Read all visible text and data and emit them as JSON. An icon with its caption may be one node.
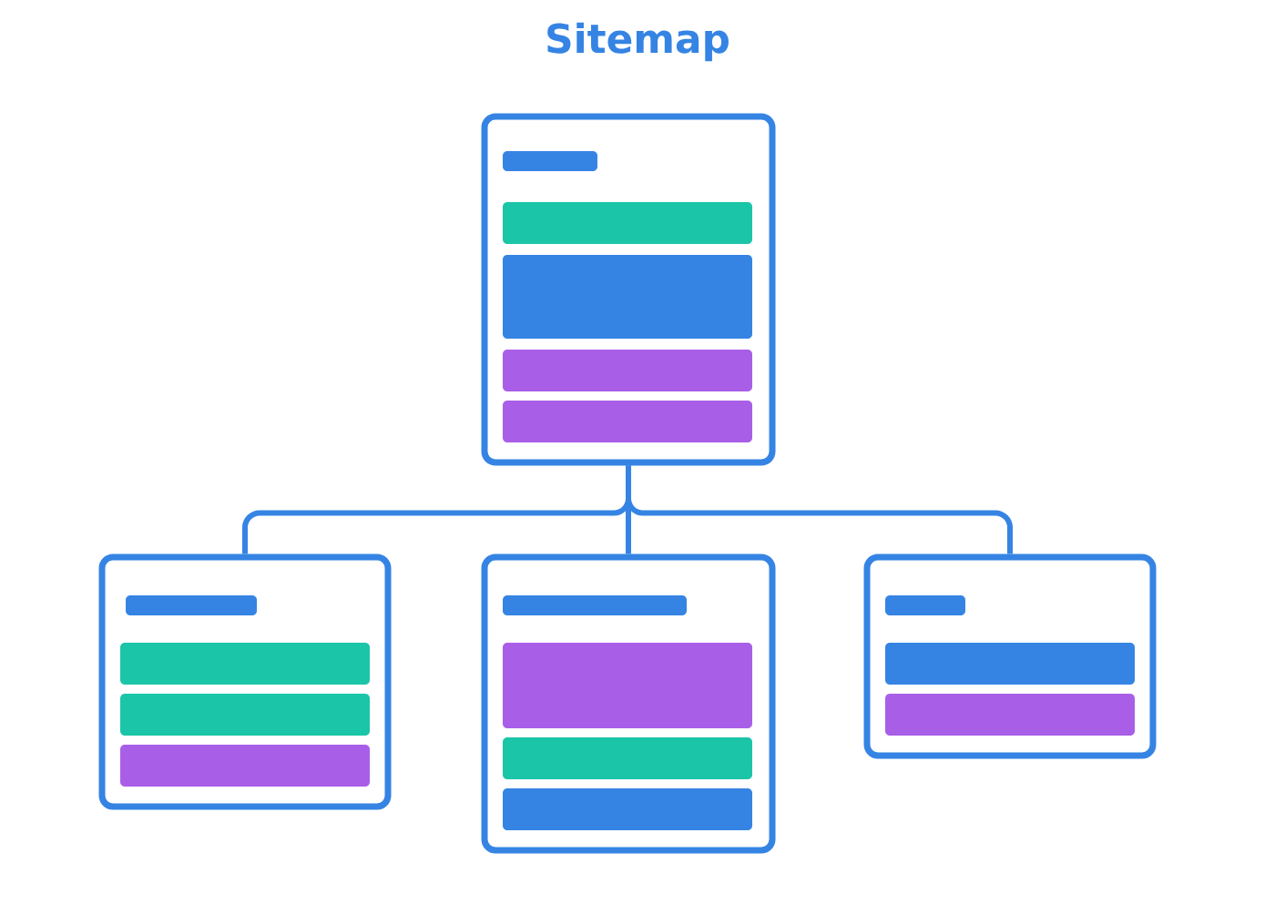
{
  "diagram": {
    "title": "Sitemap",
    "nodes": [
      {
        "text": [],
        "shape": "box"
      },
      {
        "text": [],
        "shape": "box"
      },
      {
        "text": [],
        "shape": "box"
      },
      {
        "text": [],
        "shape": "box"
      }
    ],
    "edges": [
      {
        "from": 0,
        "to": 1,
        "arrow": "none"
      },
      {
        "from": 0,
        "to": 2,
        "arrow": "none"
      },
      {
        "from": 0,
        "to": 3,
        "arrow": "none"
      }
    ]
  }
}
